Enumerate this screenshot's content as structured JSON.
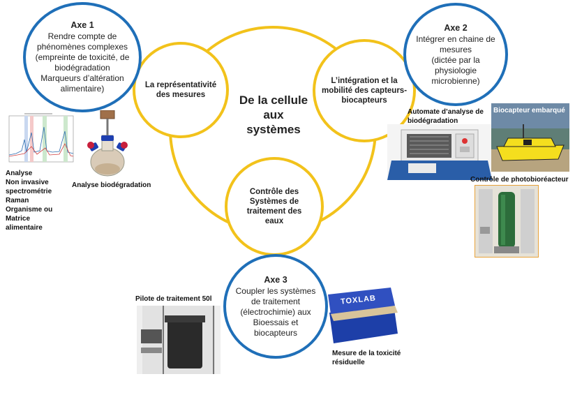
{
  "center": {
    "line1": "De la cellule",
    "line2": "aux",
    "line3": "systèmes"
  },
  "gold_circles": {
    "left": "La représentativité des mesures",
    "right": "L’intégration et la mobilité des capteurs-biocapteurs",
    "bottom": "Contrôle des Systèmes de traitement des eaux"
  },
  "axes": [
    {
      "title": "Axe 1",
      "lines": [
        "Rendre compte de",
        "phénomènes  complexes",
        "(empreinte de toxicité, de",
        "biodégradation",
        "Marqueurs d’altération",
        "alimentaire)"
      ]
    },
    {
      "title": "Axe 2",
      "lines": [
        "Intégrer en chaine de",
        "mesures",
        "(dictée par la",
        "physiologie",
        "microbienne)"
      ]
    },
    {
      "title": "Axe 3",
      "lines": [
        "Coupler les systèmes",
        "de traitement",
        "(électrochimie) aux",
        "Bioessais et",
        "biocapteurs"
      ]
    }
  ],
  "labels": {
    "raman": [
      "Analyse",
      "Non invasive",
      "spectrométrie",
      "Raman",
      "Organisme ou",
      "Matrice",
      "alimentaire"
    ],
    "biodeg": "Analyse biodégradation",
    "automate": [
      "Automate d’analyse de",
      "biodégradation"
    ],
    "biocapteur": "Biocapteur embarqué",
    "photobio": "Contrôle de photobioréacteur",
    "pilote": "Pilote de traitement 50l",
    "toxicite": [
      "Mesure de la toxicité",
      "résiduelle"
    ],
    "toxlab_logo": "TOXLAB"
  },
  "colors": {
    "gold": "#f2c21b",
    "blue": "#1f6fb8"
  }
}
